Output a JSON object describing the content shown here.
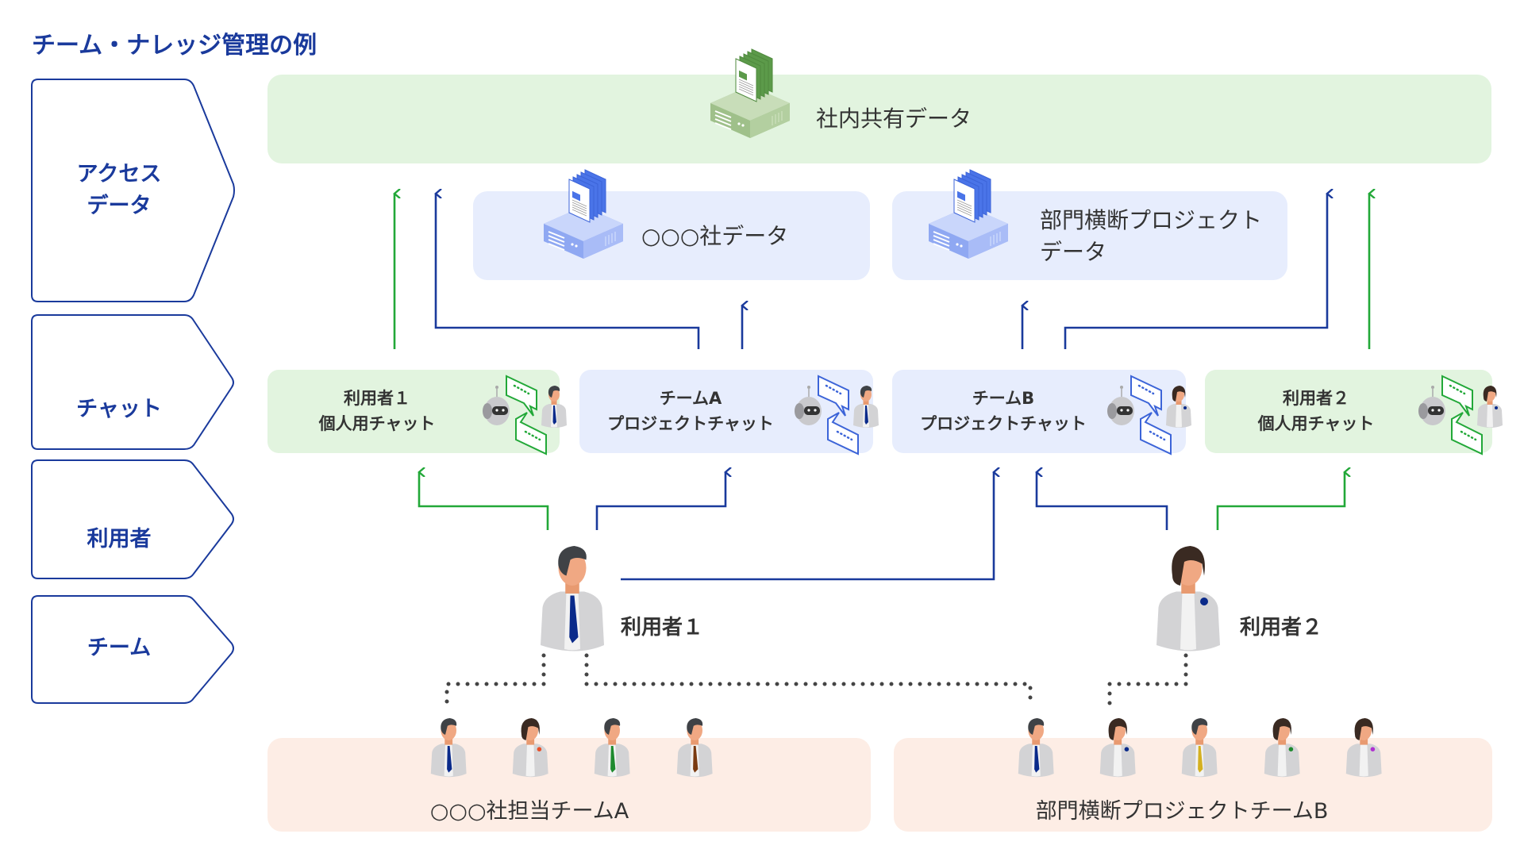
{
  "title": "チーム・ナレッジ管理の例",
  "rows": [
    {
      "label_line1": "アクセス",
      "label_line2": "データ"
    },
    {
      "label_line1": "チャット",
      "label_line2": ""
    },
    {
      "label_line1": "利用者",
      "label_line2": ""
    },
    {
      "label_line1": "チーム",
      "label_line2": ""
    }
  ],
  "shared_data": {
    "label": "社内共有データ",
    "icon": "server-documents-icon"
  },
  "data_sources": [
    {
      "label_line1": "○○○社データ",
      "label_line2": "",
      "icon": "server-documents-icon"
    },
    {
      "label_line1": "部門横断プロジェクト",
      "label_line2": "データ",
      "icon": "server-documents-icon"
    }
  ],
  "chats": [
    {
      "line1": "利用者１",
      "line2": "個人用チャット",
      "kind": "personal",
      "icon": "chatbot-user-icon"
    },
    {
      "line1": "チームA",
      "line2": "プロジェクトチャット",
      "kind": "team",
      "icon": "chatbot-user-icon"
    },
    {
      "line1": "チームB",
      "line2": "プロジェクトチャット",
      "kind": "team",
      "icon": "chatbot-user-icon"
    },
    {
      "line1": "利用者２",
      "line2": "個人用チャット",
      "kind": "personal",
      "icon": "chatbot-user-icon"
    }
  ],
  "users": [
    {
      "label": "利用者１",
      "gender": "male",
      "accent": "#0a2a8a"
    },
    {
      "label": "利用者２",
      "gender": "female",
      "accent": "#0a2a8a"
    }
  ],
  "teams": [
    {
      "label": "○○○社担当チームA",
      "members": [
        {
          "gender": "male",
          "accent": "#0a2a8a"
        },
        {
          "gender": "female",
          "accent": "#e8502a"
        },
        {
          "gender": "male",
          "accent": "#1e8a2e"
        },
        {
          "gender": "male",
          "accent": "#7a3a10"
        }
      ]
    },
    {
      "label": "部門横断プロジェクトチームB",
      "members": [
        {
          "gender": "male",
          "accent": "#0a2a8a"
        },
        {
          "gender": "female",
          "accent": "#0a2a8a"
        },
        {
          "gender": "male",
          "accent": "#d4b020"
        },
        {
          "gender": "female",
          "accent": "#1e8a2e"
        },
        {
          "gender": "female",
          "accent": "#b030d0"
        }
      ]
    }
  ],
  "colors": {
    "primary": "#1a3a9c",
    "green_arrow": "#22a838",
    "blue_arrow": "#1a3a9c",
    "green_bg": "#e2f4df",
    "blue_bg": "#e7edfd",
    "salmon_bg": "#fdede5",
    "dotted": "#444444"
  }
}
